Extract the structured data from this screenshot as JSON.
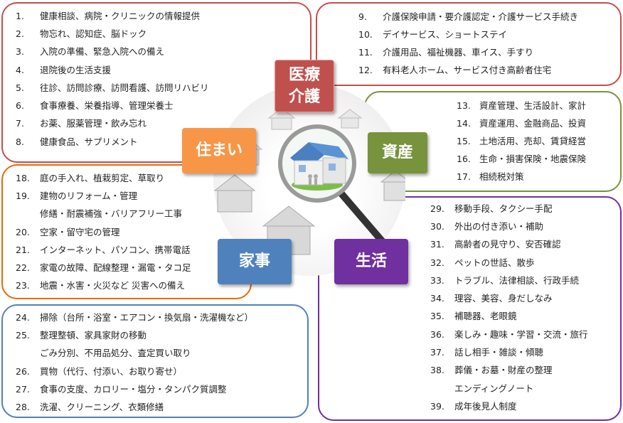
{
  "categories": {
    "medical": {
      "title_line1": "医療",
      "title_line2": "介護",
      "color": "#c0504d"
    },
    "assets": {
      "title": "資産",
      "color": "#77933c"
    },
    "housing": {
      "title": "住まい",
      "color": "#f79646"
    },
    "chores": {
      "title": "家事",
      "color": "#4f81bd"
    },
    "life": {
      "title": "生活",
      "color": "#7030a0"
    }
  },
  "medical_items": [
    {
      "num": "1.",
      "text": "健康相談、病院・クリニックの情報提供"
    },
    {
      "num": "2.",
      "text": "物忘れ、認知症、脳ドック"
    },
    {
      "num": "3.",
      "text": "入院の準備、緊急入院への備え"
    },
    {
      "num": "4.",
      "text": "退院後の生活支援"
    },
    {
      "num": "5.",
      "text": "往診、訪問診療、訪問看護、訪問リハビリ"
    },
    {
      "num": "6.",
      "text": "食事療養、栄養指導、管理栄養士"
    },
    {
      "num": "7.",
      "text": "お薬、服薬管理・飲み忘れ"
    },
    {
      "num": "8.",
      "text": "健康食品、サプリメント"
    }
  ],
  "care_items": [
    {
      "num": "9.",
      "text": "介護保険申請・要介護認定・介護サービス手続き"
    },
    {
      "num": "10.",
      "text": "デイサービス、ショートステイ"
    },
    {
      "num": "11.",
      "text": "介護用品、福祉機器、車イス、手すり"
    },
    {
      "num": "12.",
      "text": "有料老人ホーム、サービス付き高齢者住宅"
    }
  ],
  "assets_items": [
    {
      "num": "13.",
      "text": "資産管理、生活設計、家計"
    },
    {
      "num": "14.",
      "text": "資産運用、金融商品、投資"
    },
    {
      "num": "15.",
      "text": "土地活用、売却、賃貸経営"
    },
    {
      "num": "16.",
      "text": "生命・損害保険・地震保険"
    },
    {
      "num": "17.",
      "text": "相続税対策"
    }
  ],
  "housing_items": [
    {
      "num": "18.",
      "text": "庭の手入れ、植栽剪定、草取り"
    },
    {
      "num": "19.",
      "text": "建物のリフォーム・管理"
    },
    {
      "num": "",
      "text": "修繕・耐震補強・バリアフリー工事"
    },
    {
      "num": "20.",
      "text": "空家・留守宅の管理"
    },
    {
      "num": "21.",
      "text": "インターネット、パソコン、携帯電話"
    },
    {
      "num": "22.",
      "text": "家電の故障、配線整理・漏電・タコ足"
    },
    {
      "num": "23.",
      "text": "地震・水害・火災など 災害への備え"
    }
  ],
  "chores_items": [
    {
      "num": "24.",
      "text": "掃除（台所・浴室・エアコン・換気扇・洗濯機など）"
    },
    {
      "num": "25.",
      "text": "整理整頓、家具家財の移動"
    },
    {
      "num": "",
      "text": "ごみ分別、不用品処分、査定買い取り"
    },
    {
      "num": "26.",
      "text": "買物（代行、付添い、お取り寄せ）"
    },
    {
      "num": "27.",
      "text": "食事の支度、カロリー・塩分・タンパク質調整"
    },
    {
      "num": "28.",
      "text": "洗濯、クリーニング、衣類修繕"
    }
  ],
  "life_items": [
    {
      "num": "29.",
      "text": "移動手段、タクシー手配"
    },
    {
      "num": "30.",
      "text": "外出の付き添い・補助"
    },
    {
      "num": "31.",
      "text": "高齢者の見守り、安否確認"
    },
    {
      "num": "32.",
      "text": "ペットの世話、散歩"
    },
    {
      "num": "33.",
      "text": "トラブル、法律相談、行政手続"
    },
    {
      "num": "34.",
      "text": "理容、美容、身だしなみ"
    },
    {
      "num": "35.",
      "text": "補聴器、老眼鏡"
    },
    {
      "num": "36.",
      "text": "楽しみ・趣味・学習・交流・旅行"
    },
    {
      "num": "37.",
      "text": "話し相手・雑談・傾聴"
    },
    {
      "num": "38.",
      "text": "葬儀・お墓・財産の整理"
    },
    {
      "num": "",
      "text": "エンディングノート"
    },
    {
      "num": "39.",
      "text": "成年後見人制度"
    }
  ],
  "icons": [
    "house-icon",
    "magnifying-glass-icon",
    "elderly-couple-icon"
  ]
}
